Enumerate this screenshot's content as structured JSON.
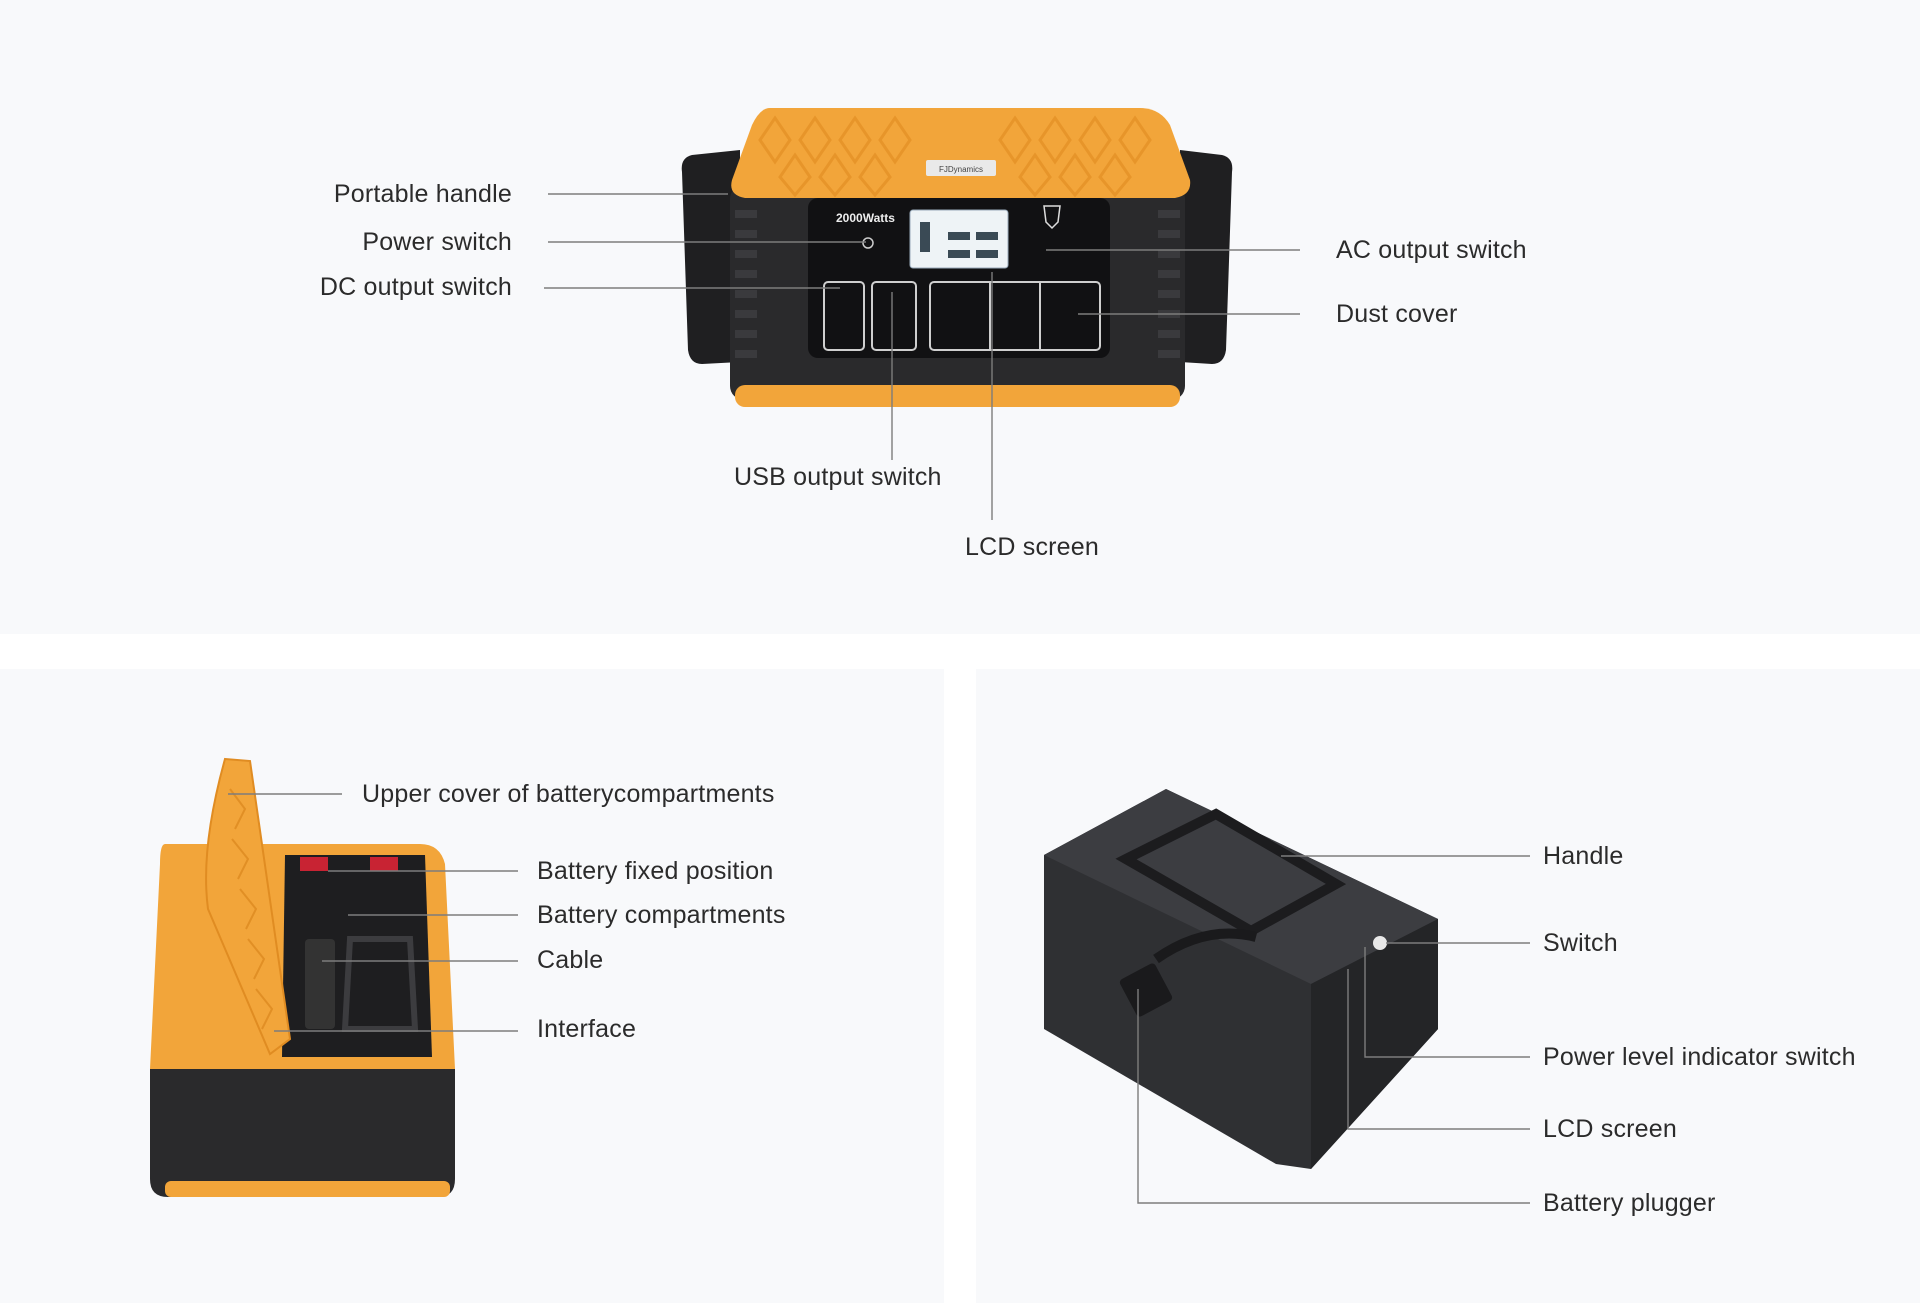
{
  "top_panel": {
    "device_brand": "FJDynamics",
    "device_model": "2000Watts",
    "labels": {
      "portable_handle": "Portable handle",
      "power_switch": "Power switch",
      "dc_output_switch": "DC output switch",
      "ac_output_switch": "AC output switch",
      "dust_cover": "Dust cover",
      "usb_output_switch": "USB output switch",
      "lcd_screen": "LCD screen"
    }
  },
  "bottom_left_panel": {
    "labels": {
      "upper_cover": "Upper cover of batterycompartments",
      "battery_fixed_position": "Battery fixed position",
      "battery_compartments": "Battery compartments",
      "cable": "Cable",
      "interface": "Interface"
    }
  },
  "bottom_right_panel": {
    "labels": {
      "handle": "Handle",
      "switch": "Switch",
      "power_level_indicator_switch": "Power level indicator switch",
      "lcd_screen": "LCD screen",
      "battery_plugger": "Battery plugger"
    }
  },
  "colors": {
    "accent_orange": "#f2a53a",
    "body_black": "#2a2a2c",
    "panel_bg": "#f8f9fb"
  }
}
